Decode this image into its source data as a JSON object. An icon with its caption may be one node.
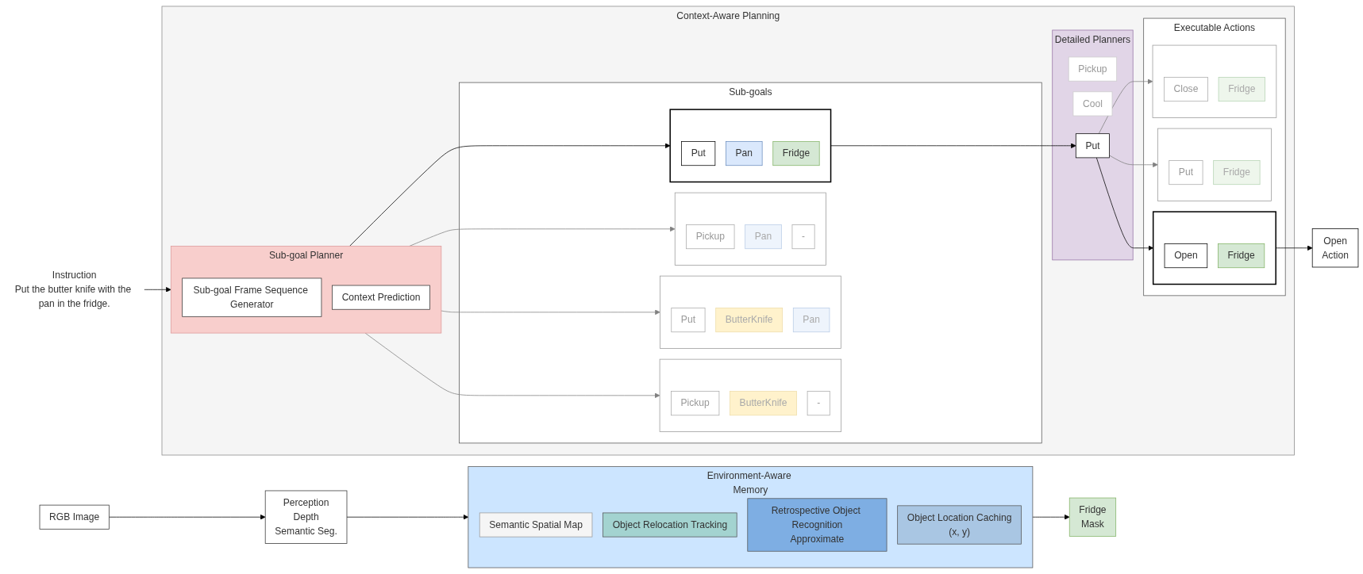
{
  "diagram": {
    "nodes": [
      {
        "text": [
          "Instruction",
          "Put the butter knife with the pan in the fridge."
        ]
      },
      {
        "text": [
          "Context-Aware Planning"
        ]
      },
      {
        "text": [
          "Sub-goal Planner"
        ],
        "in": 1
      },
      {
        "text": [
          "Sub-goal Frame Sequence Generator"
        ],
        "in": 2
      },
      {
        "text": [
          "Context Prediction"
        ],
        "in": 2
      },
      {
        "text": [
          "Sub-goals"
        ],
        "in": 1
      },
      {
        "text": [],
        "shape": "box",
        "in": 5
      },
      {
        "text": [
          "Pickup"
        ],
        "in": 6
      },
      {
        "text": [
          "ButterKnife"
        ],
        "in": 6
      },
      {
        "text": [
          "-"
        ],
        "in": 6
      },
      {
        "text": [],
        "shape": "box",
        "in": 5
      },
      {
        "text": [
          "Put"
        ],
        "in": 10
      },
      {
        "text": [
          "ButterKnife"
        ],
        "in": 10
      },
      {
        "text": [
          "Pan"
        ],
        "in": 10
      },
      {
        "text": [],
        "shape": "box",
        "in": 5
      },
      {
        "text": [
          "Pickup"
        ],
        "in": 14
      },
      {
        "text": [
          "Pan"
        ],
        "in": 14
      },
      {
        "text": [
          "-"
        ],
        "in": 14
      },
      {
        "text": [],
        "shape": "box",
        "in": 5
      },
      {
        "text": [
          "Put"
        ],
        "in": 18
      },
      {
        "text": [
          "Pan"
        ],
        "in": 18
      },
      {
        "text": [
          "Fridge"
        ],
        "in": 18
      },
      {
        "text": [
          "Detailed Planners"
        ],
        "in": 1
      },
      {
        "text": [
          "Pickup"
        ],
        "in": 22
      },
      {
        "text": [
          "Cool"
        ],
        "in": 22
      },
      {
        "text": [
          "Put"
        ],
        "in": 22
      },
      {
        "text": [
          "Executable Actions"
        ],
        "in": 1
      },
      {
        "text": [],
        "shape": "box",
        "in": 26
      },
      {
        "text": [
          "Open"
        ],
        "in": 27
      },
      {
        "text": [
          "Fridge"
        ],
        "in": 27
      },
      {
        "text": [],
        "shape": "box",
        "in": 26
      },
      {
        "text": [
          "Put"
        ],
        "in": 30
      },
      {
        "text": [
          "Fridge"
        ],
        "in": 30
      },
      {
        "text": [],
        "shape": "box",
        "in": 26
      },
      {
        "text": [
          "Close"
        ],
        "in": 33
      },
      {
        "text": [
          "Fridge"
        ],
        "in": 33
      },
      {
        "text": [
          "Open",
          "Action"
        ]
      },
      {
        "text": [
          "RGB Image"
        ]
      },
      {
        "text": [
          "Perception",
          "Depth",
          "Semantic Seg."
        ]
      },
      {
        "text": [
          "Environment-Aware Memory"
        ]
      },
      {
        "text": [
          "Semantic Spatial Map"
        ],
        "in": 39
      },
      {
        "text": [
          "Object Relocation Tracking"
        ],
        "in": 39
      },
      {
        "text": [
          "Retrospective Object Recognition",
          "Approximate"
        ],
        "in": 39
      },
      {
        "text": [
          "Object Location Caching",
          "(x, y)"
        ],
        "in": 39
      },
      {
        "text": [
          "Fridge",
          "Mask"
        ]
      }
    ],
    "edges": [
      {
        "from": 0,
        "to": 2,
        "arrow": "to"
      },
      {
        "from": 2,
        "to": 6,
        "arrow": "to",
        "color": "#808080"
      },
      {
        "from": 2,
        "to": 10,
        "arrow": "to",
        "color": "#808080"
      },
      {
        "from": 2,
        "to": 14,
        "arrow": "to",
        "color": "#808080"
      },
      {
        "from": 2,
        "to": 18,
        "arrow": "to"
      },
      {
        "from": 18,
        "to": 25,
        "arrow": "to"
      },
      {
        "from": 25,
        "to": 27,
        "arrow": "to"
      },
      {
        "from": 25,
        "to": 30,
        "arrow": "to",
        "color": "#808080"
      },
      {
        "from": 25,
        "to": 33,
        "arrow": "to",
        "color": "#808080"
      },
      {
        "from": 27,
        "to": 36,
        "arrow": "to"
      },
      {
        "from": 37,
        "to": 38,
        "arrow": "to"
      },
      {
        "from": 38,
        "to": 39,
        "arrow": "to"
      },
      {
        "from": 39,
        "to": 44,
        "arrow": "to"
      }
    ]
  }
}
